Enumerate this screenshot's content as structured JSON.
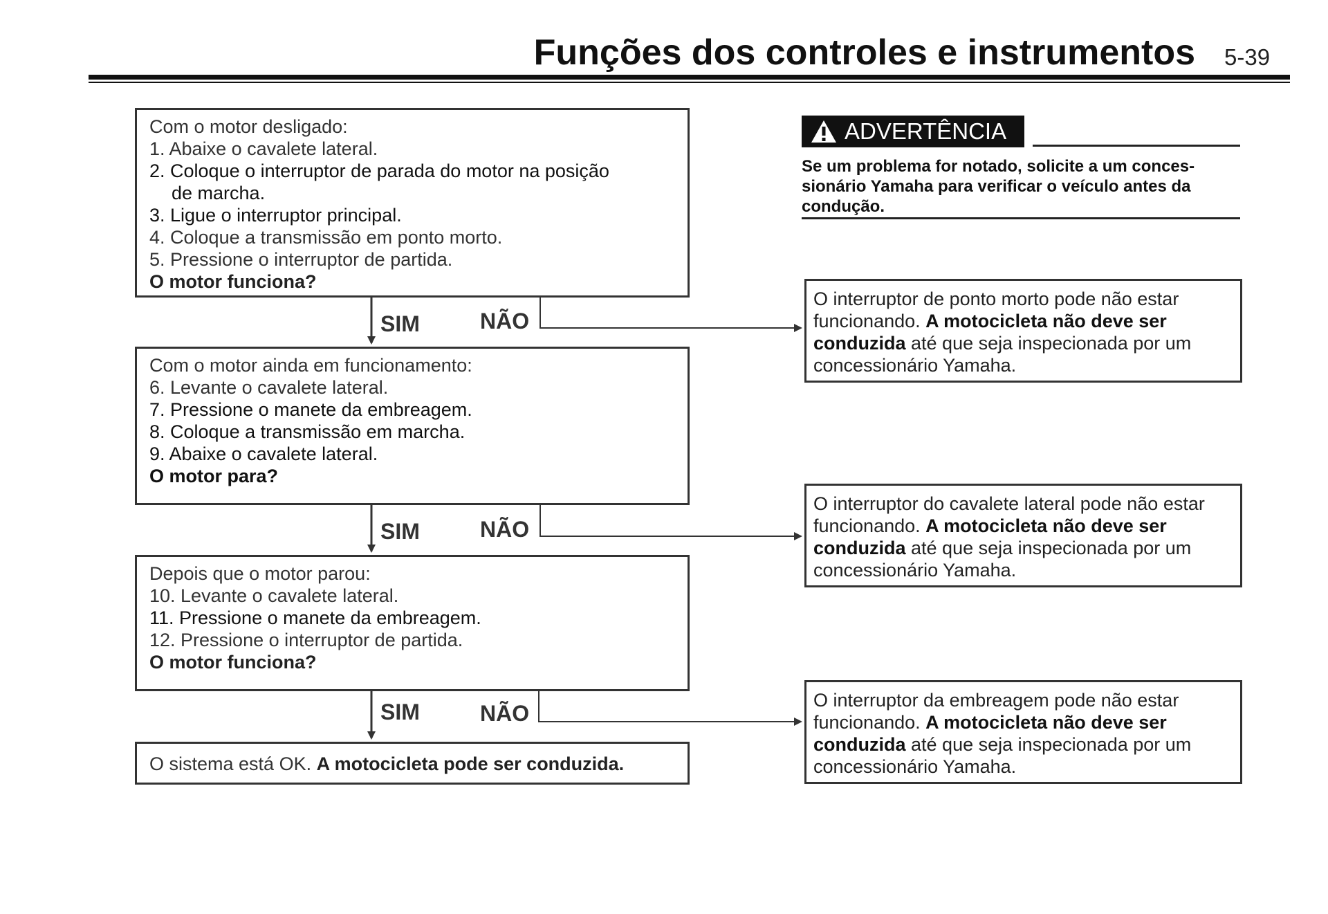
{
  "header": {
    "title": "Funções dos controles e instrumentos",
    "page_number": "5-39"
  },
  "warning": {
    "badge_label": "ADVERTÊNCIA",
    "text_lines": [
      "Se um problema for notado, solicite a um conces-",
      "sionário Yamaha para verificar o veículo antes da",
      "condução."
    ]
  },
  "steps": [
    {
      "heading": "Com o motor desligado:",
      "items": [
        "1. Abaixe o cavalete lateral.",
        "2. Coloque o interruptor de parada do motor  na posição",
        "de marcha.",
        "3. Ligue o interruptor principal.",
        "4. Coloque a transmissão em ponto morto.",
        "5. Pressione o interruptor de partida."
      ],
      "question": "O motor funciona?"
    },
    {
      "heading": "Com o motor ainda em funcionamento:",
      "items": [
        "6. Levante o cavalete lateral.",
        "7. Pressione o manete da embreagem.",
        "8. Coloque a transmissão em marcha.",
        "9. Abaixe o cavalete lateral."
      ],
      "question": "O motor para?"
    },
    {
      "heading": "Depois que o motor parou:",
      "items": [
        "10. Levante o cavalete lateral.",
        "11. Pressione o manete da embreagem.",
        "12. Pressione o interruptor de partida."
      ],
      "question": "O motor funciona?"
    }
  ],
  "final": {
    "prefix": "O sistema está OK.",
    "bold": "A  motocicleta pode ser conduzida."
  },
  "branches": {
    "yes_label": "SIM",
    "no_label": "NÃO"
  },
  "results": [
    {
      "lead": "O interruptor de ponto morto pode não estar",
      "lead2": "funcionando.",
      "bold1": "A motocicleta não deve ser",
      "bold2": "conduzida",
      "tail": "até que seja inspecionada por um",
      "last": "concessionário Yamaha."
    },
    {
      "lead": "O interruptor do cavalete lateral pode não estar",
      "lead2": "funcionando.",
      "bold1": "A motocicleta não deve ser",
      "bold2": "conduzida",
      "tail": "até que seja inspecionada por um",
      "last": "concessionário Yamaha."
    },
    {
      "lead": "O interruptor da embreagem pode não estar",
      "lead2": "funcionando.",
      "bold1": "A motocicleta não deve ser",
      "bold2": "conduzida",
      "tail": "até que seja inspecionada por um",
      "last": "concessionário Yamaha."
    }
  ]
}
